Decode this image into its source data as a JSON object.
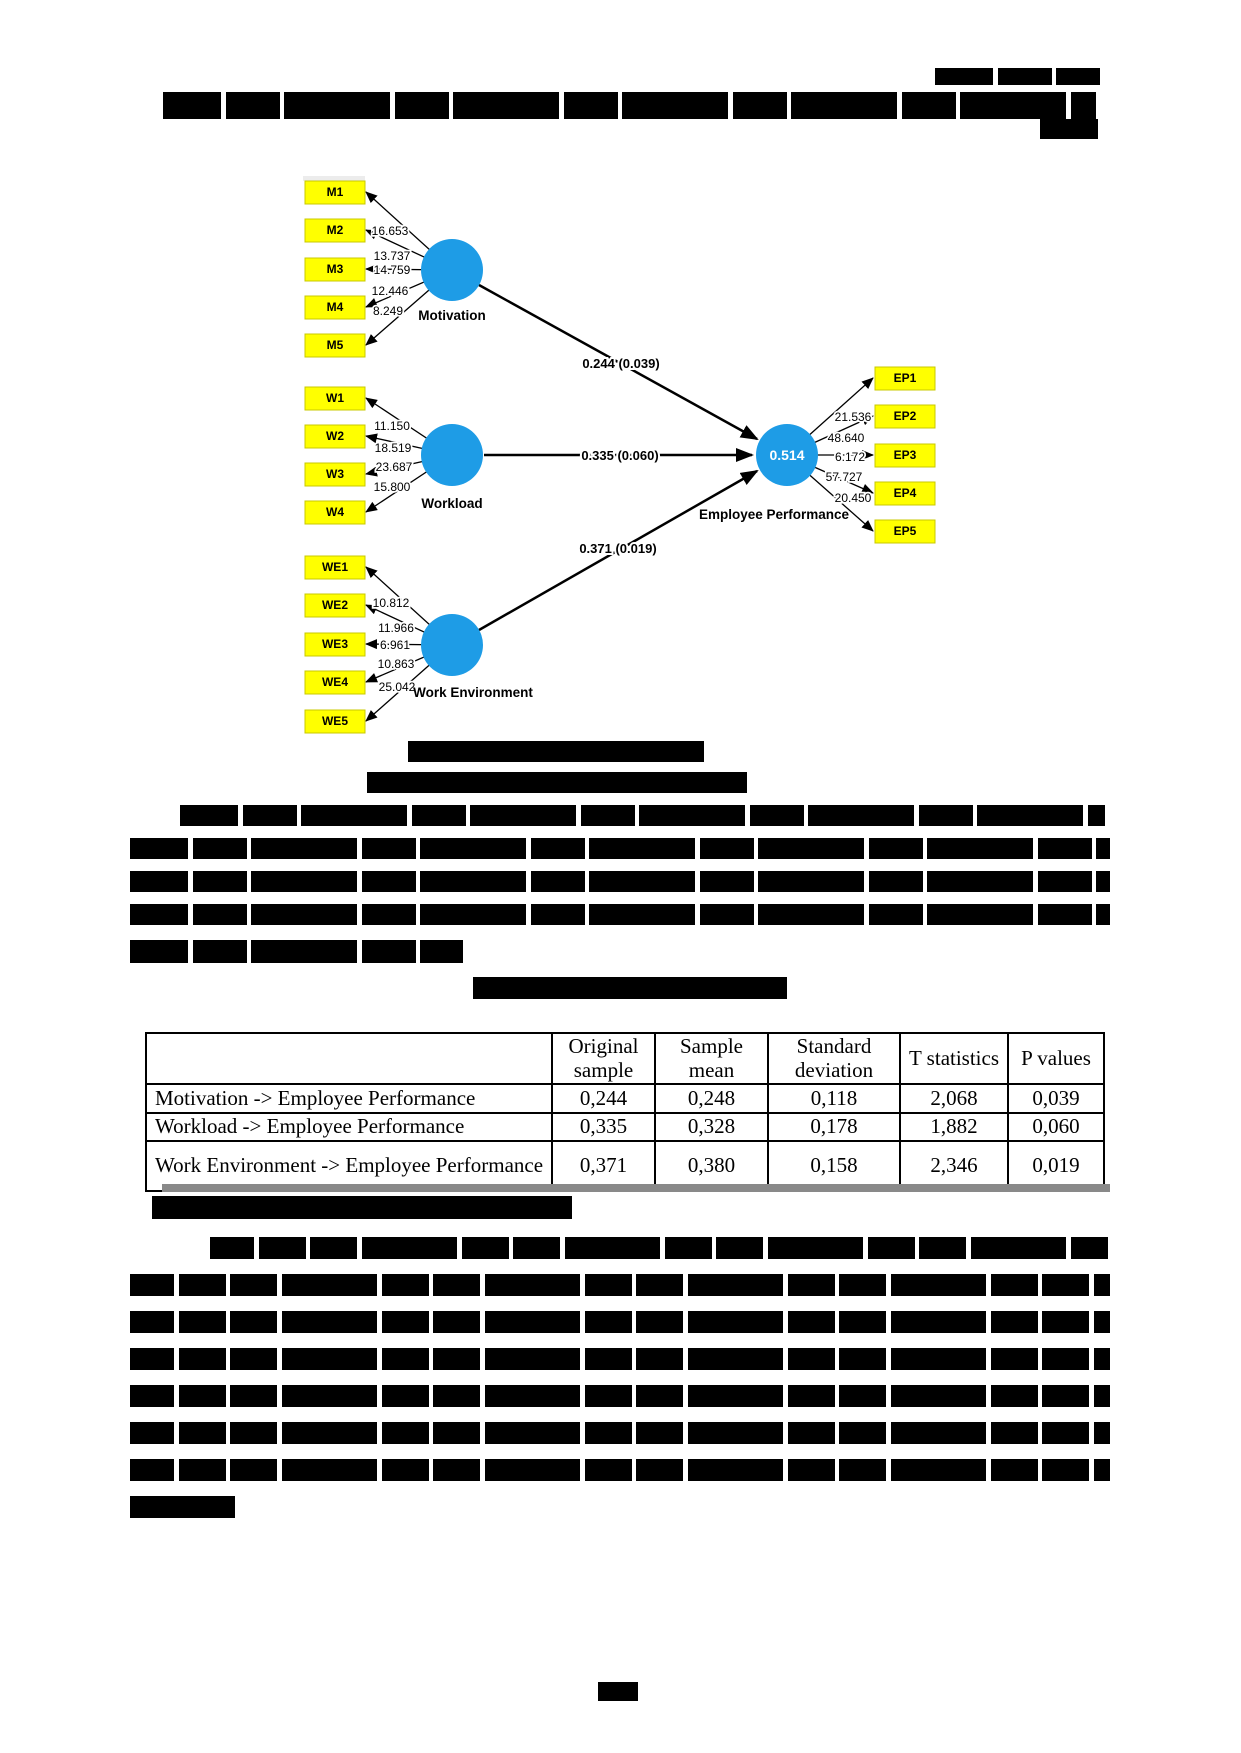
{
  "figure": {
    "constructs": {
      "motivation": {
        "label": "Motivation",
        "indicators": [
          {
            "id": "M1",
            "t": "16.653"
          },
          {
            "id": "M2",
            "t": "13.737"
          },
          {
            "id": "M3",
            "t": "14.759"
          },
          {
            "id": "M4",
            "t": "12.446"
          },
          {
            "id": "M5",
            "t": "8.249"
          }
        ]
      },
      "workload": {
        "label": "Workload",
        "indicators": [
          {
            "id": "W1",
            "t": "11.150"
          },
          {
            "id": "W2",
            "t": "18.519"
          },
          {
            "id": "W3",
            "t": "23.687"
          },
          {
            "id": "W4",
            "t": "15.800"
          }
        ]
      },
      "work_environment": {
        "label": "Work Environment",
        "indicators": [
          {
            "id": "WE1",
            "t": "10.812"
          },
          {
            "id": "WE2",
            "t": "11.966"
          },
          {
            "id": "WE3",
            "t": "6.961"
          },
          {
            "id": "WE4",
            "t": "10.863"
          },
          {
            "id": "WE5",
            "t": "25.042"
          }
        ]
      },
      "employee_performance": {
        "label": "Employee Performance",
        "r_squared": "0.514",
        "indicators": [
          {
            "id": "EP1",
            "t": "21.536"
          },
          {
            "id": "EP2",
            "t": "48.640"
          },
          {
            "id": "EP3",
            "t": "6.172"
          },
          {
            "id": "EP4",
            "t": "57.727"
          },
          {
            "id": "EP5",
            "t": "20.450"
          }
        ]
      }
    },
    "paths": {
      "motivation_to_ep": "0.244 (0.039)",
      "workload_to_ep": "0.335 (0.060)",
      "work_environment_to_ep": "0.371 (0.019)"
    },
    "colors": {
      "indicator_fill": "#ffff00",
      "latent_fill": "#1e9ce6"
    }
  },
  "table": {
    "headers": {
      "col0": "",
      "original_sample": "Original sample",
      "sample_mean": "Sample mean",
      "standard_deviation": "Standard deviation",
      "t_statistics": "T statistics",
      "p_values": "P values"
    },
    "rows": [
      {
        "label": "Motivation -> Employee Performance",
        "original_sample": "0,244",
        "sample_mean": "0,248",
        "standard_deviation": "0,118",
        "t_statistics": "2,068",
        "p_values": "0,039"
      },
      {
        "label": "Workload -> Employee Performance",
        "original_sample": "0,335",
        "sample_mean": "0,328",
        "standard_deviation": "0,178",
        "t_statistics": "1,882",
        "p_values": "0,060"
      },
      {
        "label": "Work Environment -> Employee Performance",
        "original_sample": "0,371",
        "sample_mean": "0,380",
        "standard_deviation": "0,158",
        "t_statistics": "2,346",
        "p_values": "0,019"
      }
    ]
  }
}
